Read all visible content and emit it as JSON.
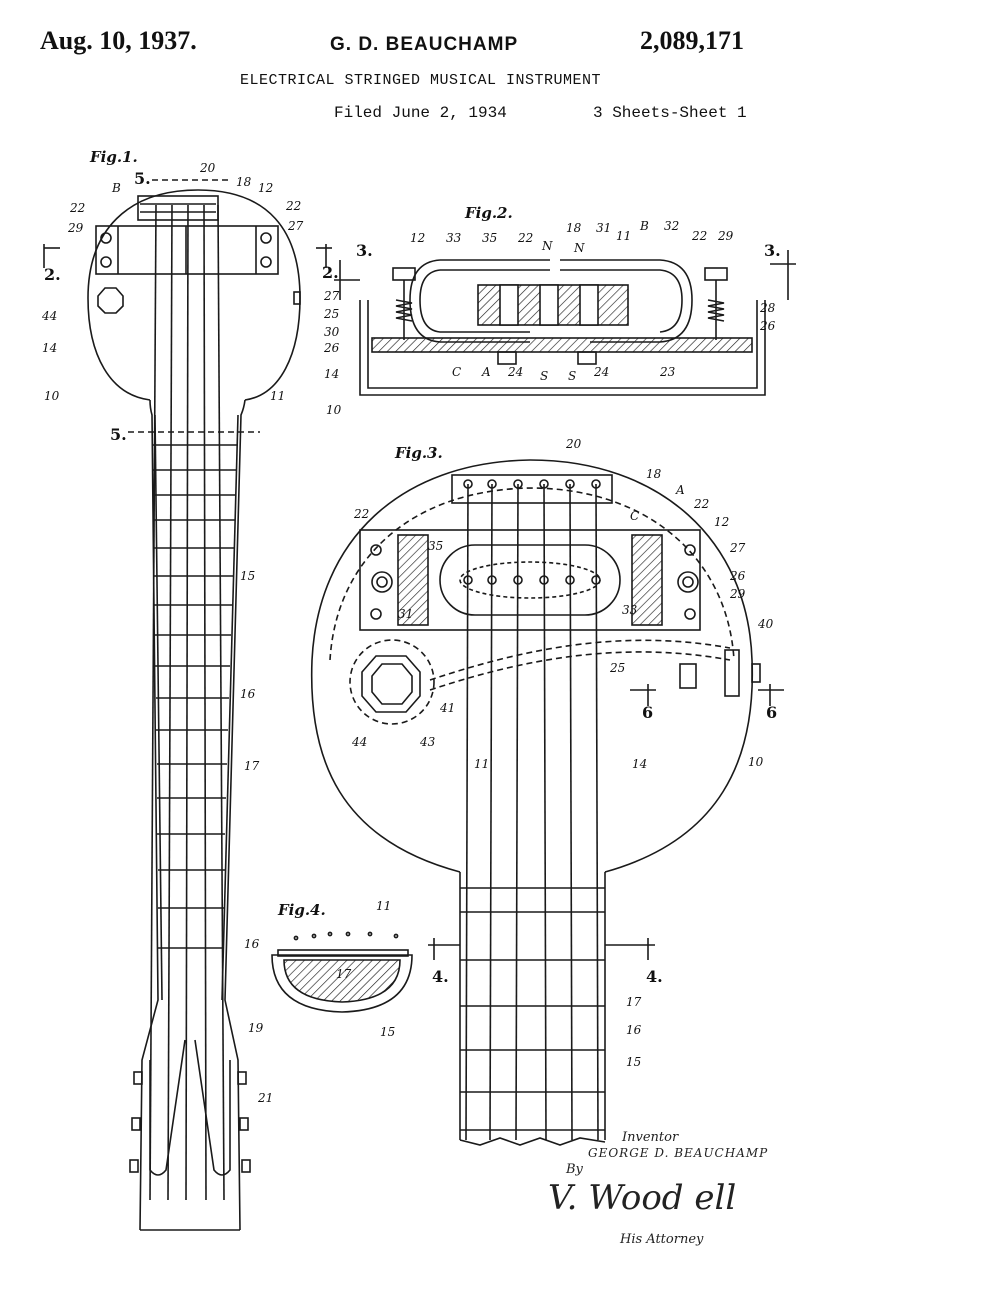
{
  "header": {
    "date": "Aug. 10, 1937.",
    "inventor": "G. D. BEAUCHAMP",
    "patent_number": "2,089,171",
    "title": "ELECTRICAL STRINGED MUSICAL INSTRUMENT",
    "filed": "Filed June 2, 1934",
    "sheets": "3 Sheets-Sheet 1"
  },
  "figures": {
    "fig1": "Fig.1.",
    "fig2": "Fig.2.",
    "fig3": "Fig.3.",
    "fig4": "Fig.4."
  },
  "sections": {
    "s2": "2.",
    "s3": "3.",
    "s4": "4.",
    "s5": "5.",
    "s6": "6"
  },
  "refs": {
    "r10": "10",
    "r11": "11",
    "r12": "12",
    "r14": "14",
    "r15": "15",
    "r16": "16",
    "r17": "17",
    "r18": "18",
    "r19": "19",
    "r20": "20",
    "r21": "21",
    "r22": "22",
    "r23": "23",
    "r24": "24",
    "r25": "25",
    "r26": "26",
    "r27": "27",
    "r28": "28",
    "r29": "29",
    "r30": "30",
    "r31": "31",
    "r32": "32",
    "r33": "33",
    "r35": "35",
    "r40": "40",
    "r41": "41",
    "r43": "43",
    "r44": "44",
    "A": "A",
    "B": "B",
    "C": "C",
    "N": "N",
    "S": "S"
  },
  "signature": {
    "caption": "Inventor",
    "inventor": "GEORGE D. BEAUCHAMP",
    "by": "By",
    "attorney": "V. Wood ell",
    "his_attorney": "His Attorney"
  }
}
